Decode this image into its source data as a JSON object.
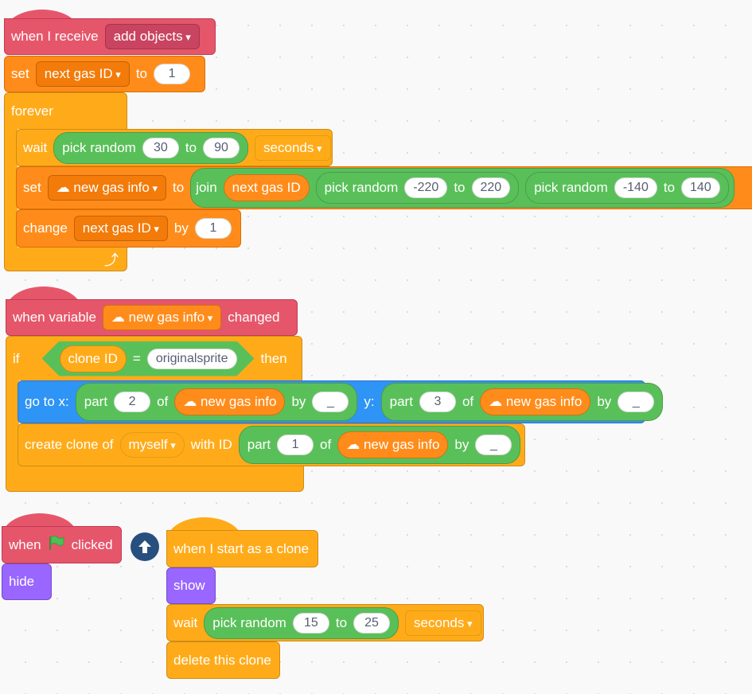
{
  "script1": {
    "hat_when": "when I receive",
    "hat_msg": "add objects",
    "set_label": "set",
    "set_var": "next gas ID",
    "set_to": "to",
    "set_value": "1",
    "forever": "forever",
    "wait": "wait",
    "pick_random": "pick random",
    "wait_from": "30",
    "wait_to_label": "to",
    "wait_to": "90",
    "seconds": "seconds",
    "set2_label": "set",
    "set2_var": "☁ new gas info",
    "set2_to": "to",
    "join": "join",
    "join_var": "next gas ID",
    "pr2_label": "pick random",
    "pr2_from": "-220",
    "pr2_to_label": "to",
    "pr2_to": "220",
    "pr3_label": "pick random",
    "pr3_from": "-140",
    "pr3_to_label": "to",
    "pr3_to": "140",
    "change_label": "change",
    "change_var": "next gas ID",
    "change_by": "by",
    "change_value": "1",
    "loop_arrow": "⤴"
  },
  "script2": {
    "hat_when": "when variable",
    "hat_var": "☁ new gas info",
    "hat_changed": "changed",
    "if": "if",
    "clone_id": "clone ID",
    "eq": "=",
    "eq_value": "originalsprite",
    "then": "then",
    "goto": "go to x:",
    "part": "part",
    "x_part": "2",
    "of": "of",
    "gas_info": "☁ new gas info",
    "by": "by",
    "x_by": "_",
    "y_label": "y:",
    "y_part": "3",
    "y_by": "_",
    "create_clone": "create clone of",
    "myself": "myself",
    "with_id": "with ID",
    "c_part": "1",
    "c_by": "_"
  },
  "script3": {
    "when": "when",
    "clicked": "clicked",
    "hide": "hide"
  },
  "script4": {
    "hat": "when I start as a clone",
    "show": "show",
    "wait": "wait",
    "pick_random": "pick random",
    "from": "15",
    "to_label": "to",
    "to": "25",
    "seconds": "seconds",
    "delete": "delete this clone"
  },
  "icons": {
    "flag": "green-flag-icon",
    "up": "up-arrow-icon"
  }
}
